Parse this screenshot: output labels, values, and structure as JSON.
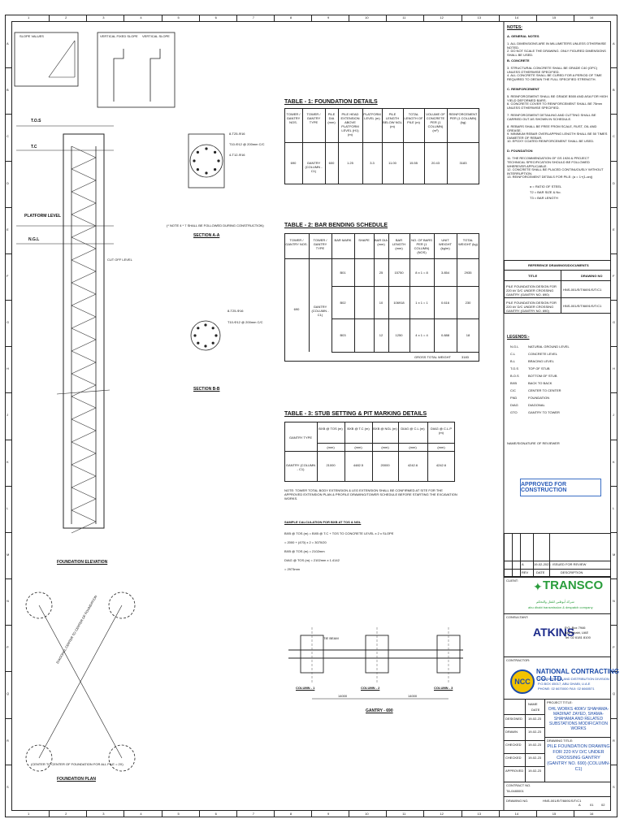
{
  "grid": {
    "columns": [
      "1",
      "2",
      "3",
      "4",
      "5",
      "6",
      "7",
      "8",
      "9",
      "10",
      "11",
      "12",
      "13",
      "14",
      "15",
      "16"
    ],
    "rows": [
      "A",
      "B",
      "C",
      "D",
      "E",
      "F",
      "G",
      "H",
      "J",
      "K",
      "L",
      "M",
      "N",
      "P",
      "Q",
      "R",
      "S"
    ]
  },
  "details": {
    "slope_values": "SLOPE VALUES",
    "vertical_fixed_slope": "VERTICAL FIXED SLOPE",
    "vertical_slope": "VERTICAL SLOPE"
  },
  "elevation": {
    "tos": "T.O.S",
    "tc": "T.C",
    "platform_level": "PLATFORM LEVEL",
    "ngl": "N.G.L",
    "cut_off_level": "CUT OFF LEVEL",
    "title": "FOUNDATION ELEVATION",
    "section_b": "SECTION B-B"
  },
  "section_a": {
    "title": "SECTION A-A",
    "note": "(* NOTE 4 * 7 SHALL BE FOLLOWED DURING CONSTRUCTION)",
    "bars": [
      "8-T25-Φ16",
      "T10-Φ12 @ 200mm C/C",
      "4-T12-Φ16"
    ]
  },
  "section_b_bars": [
    "8-T25-Φ16",
    "T10-Φ12 @ 200mm C/C"
  ],
  "table1": {
    "title": "TABLE - 1: FOUNDATION DETAILS",
    "headers": [
      "TOWER / GANTRY NOS.",
      "TOWER / GANTRY TYPE",
      "PILE DIA (mm)",
      "PILE HEAD EXTENSION ABOVE PLATFORM LEVEL (H1) (m)",
      "PLATFORM LEVEL (m)",
      "PILE LENGTH BELOW NGL (m)",
      "TOTAL LENGTH OF PILE (m)",
      "VOLUME OF CONCRETE PER (1 COLUMN) (m³)",
      "REINFORCEMENT PER (1 COLUMN) (kg)"
    ],
    "row": [
      "690",
      "GANTRY (COLUMN - C1)",
      "600",
      "1.25",
      "3.3",
      "11.00",
      "15.55",
      "20.43",
      "3183"
    ]
  },
  "table2": {
    "title": "TABLE - 2: BAR BENDING SCHEDULE",
    "headers": [
      "TOWER / GANTRY NOS.",
      "TOWER / GANTRY TYPE",
      "BAR MARK",
      "SHAPE",
      "BAR DIA (mm)",
      "BAR LENGTH (mm)",
      "NO. OF BARS PER (1 COLUMN) (NOS)",
      "UNIT WEIGHT (kg/m)",
      "TOTAL WEIGHT (kg)"
    ],
    "tower": "690",
    "type": "GANTRY (COLUMN - C1)",
    "rows": [
      [
        "B01",
        "25",
        "15750",
        "8 x 1 = 8",
        "3.854",
        "2935"
      ],
      [
        "B02",
        "10",
        "106918",
        "1 x 1 = 1",
        "0.616",
        "230"
      ],
      [
        "B03",
        "12",
        "1250",
        "4 x 1 = 4",
        "0.888",
        "18"
      ]
    ],
    "total_label": "GROSS TOTAL WEIGHT",
    "total": "3183"
  },
  "table3": {
    "title": "TABLE - 3: STUB SETTING & PIT MARKING DETAILS",
    "headers": [
      "GANTRY TYPE",
      "BXB @ TOS (m)",
      "BXB @ T.C (m)",
      "BXB @ NGL (m)",
      "DIAG @ C.L (m)",
      "DIAG @ C.L.P (m)"
    ],
    "units": [
      "(mm)",
      "(mm)",
      "(mm)",
      "(mm)",
      "(mm)"
    ],
    "row": [
      "GANTRY (COLUMN - C1)",
      "21000",
      "4482.5",
      "20000",
      "4242.6",
      "4242.6"
    ],
    "note": "NOTE: TOWER TOTAL BODY EXTENSION & LEG EXTENSION SHALL BE CONFIRMED AT SITE FOR THE APPROVED EXTENSION PLAN & PROFILE DRAWING/TOWER SCHEDULE BEFORE STARTING THE EXCAVATION WORKS.",
    "calc_title": "SAMPLE CALCULATION FOR BXB AT TOS & NGL",
    "calc_lines": [
      "BXB @ TOS (m) = BXB @ T.C + TOS TO CONCRETE LEVEL x 2 x SLOPE",
      "= 2000 + (470) x 2 = 3070/20",
      "BXB @ TOS (m) = 2102mm",
      "DIAG @ TOS (m) = 2102mm x 1.4142",
      "= 2973mm"
    ]
  },
  "plan": {
    "title": "FOUNDATION PLAN",
    "note": "(CENTER TO CENTER OF FOUNDATION FOR ALL PILE = 2X)",
    "diag_label": "DIAGONAL CENTER TO CENTER OF FOUNDATION"
  },
  "gantry": {
    "title": "GANTRY - 690",
    "columns": [
      "COLUMN - 1",
      "COLUMN - 2",
      "COLUMN - 3"
    ],
    "dims": [
      "14000",
      "14000"
    ],
    "beam_label": "TIE BEAM"
  },
  "notes": {
    "title": "NOTES:",
    "general_title": "A. GENERAL NOTES",
    "general": [
      "1. ALL DIMENSIONS ARE IN MILLIMETERS UNLESS OTHERWISE NOTED.",
      "2. DO NOT SCALE THE DRAWING. ONLY FIGURED DIMENSIONS SHALL BE USED."
    ],
    "concrete_title": "B. CONCRETE",
    "concrete": [
      "3. STRUCTURAL CONCRETE SHALL BE GRADE C40 (OPC) UNLESS OTHERWISE SPECIFIED.",
      "4. ALL CONCRETE SHALL BE CURED FOR A PERIOD OF TIME REQUIRED TO OBTAIN THE FULL SPECIFIED STRENGTH."
    ],
    "reinforcement_title": "C. REINFORCEMENT",
    "reinforcement": [
      "5. REINFORCEMENT SHALL BE GRADE B500 AND ASA FOR HIGH YIELD DEFORMED BARS.",
      "6. CONCRETE COVER TO REINFORCEMENT SHALL BE 75mm UNLESS OTHERWISE SPECIFIED.",
      "7. REINFORCEMENT DETAILING AND CUTTING SHALL BE CARRIED OUT AS SHOWN IN SCHEDULE.",
      "8. REBARS SHALL BE FREE FROM SCALE, RUST, OIL AND GREASE.",
      "9. MINIMUM REBAR OVERLAPPING LENGTH SHALL BE 50 TIMES DIAMETER OF REBAR.",
      "10. EPOXY COATED REINFORCEMENT SHALL BE USED."
    ],
    "foundation_title": "D. FOUNDATION",
    "foundation": [
      "11. THE RECOMMENDATION OF GS 1926 & PROJECT TECHNICAL SPECIFICATION SHOULD BE FOLLOWED WHEREVER APPLICABLE.",
      "12. CONCRETE SHALL BE PLACED CONTINUOUSLY WITHOUT INTERRUPTION.",
      "13. REINFORCEMENT DETAILS FOR PILE: (α = 1+(1-αn))"
    ],
    "formula": [
      "α = RATIO OF STEEL",
      "T2 = BAR SIZE & No.",
      "T3 = BAR LENGTH"
    ]
  },
  "reference": {
    "title": "REFERENCE DRAWINGS/DOCUMENTS",
    "col_title": "TITLE",
    "col_no": "DRAWING NO",
    "rows": [
      [
        "PILE FOUNDATION DESIGN FOR 220 kV D/C UNDER CROSSING GANTRY (GANTRY NO. 690)",
        "HNS-001/E/T/6691/S/T/C1"
      ],
      [
        "PILE FOUNDATION DESIGN FOR 220 kV D/C UNDER CROSSING GANTRY (GANTRY NO. 690)",
        "HNS-001/E/T/6691/S/T/C1"
      ]
    ]
  },
  "legend": {
    "title": "LEGENDS:-",
    "items": [
      [
        "N.G.L",
        "NATURAL GROUND LEVEL"
      ],
      [
        "C.L",
        "CONCRETE LEVEL"
      ],
      [
        "B.L",
        "BRACING LEVEL"
      ],
      [
        "T.O.S",
        "TOP OF STUB"
      ],
      [
        "B.O.S",
        "BOTTOM OF STUB"
      ],
      [
        "BXB",
        "BACK TO BACK"
      ],
      [
        "C/C",
        "CENTER TO CENTER"
      ],
      [
        "FND",
        "FOUNDATION"
      ],
      [
        "DIAG",
        "DIAGONAL"
      ],
      [
        "GTO",
        "GANTRY TO TOWER"
      ]
    ]
  },
  "approval": {
    "sign_label": "NAME/SIGNATURE OF REVIEWER",
    "stamp": "APPROVED FOR CONSTRUCTION"
  },
  "revisions": {
    "headers": [
      "REV",
      "DATE",
      "DESCRIPTION"
    ],
    "rows": [
      [
        "A",
        "19-02-2023",
        "ISSUED FOR REVIEW"
      ]
    ]
  },
  "client": {
    "label": "CLIENT:",
    "name": "TRANSCO",
    "arabic_line": "شركة أبوظبي للنقل والتحكم",
    "sub": "abu dhabi transmission & despatch company"
  },
  "consultant": {
    "label": "CONSULTANT:",
    "name": "ATKINS",
    "address": [
      "P.O. Box 7946",
      "Abu Dhabi, UAE",
      "Tel: 02 6181 8100"
    ]
  },
  "contractor": {
    "label": "CONTRACTOR:",
    "logo": "NCC",
    "name": "NATIONAL CONTRACTING CO. LTD.",
    "sub": [
      "TRANSMISSION AND DISTRIBUTION DIVISION",
      "P.O.BOX 45017, ABU DHABI, U.A.E",
      "PHONE: 02 6670000 FAX: 02 6660571"
    ]
  },
  "project": {
    "label": "PROJECT TITLE:",
    "title": "OHL WORKS 400KV SHAHAMA-MADINAT ZAYED, SHAMA-SHAHAMA AND RELATED SUBSTATIONS MODIFICATION WORKS"
  },
  "drawing": {
    "label": "DRAWING TITLE:",
    "title": "PILE FOUNDATION DRAWING FOR 220 KV D/C UNDER CROSSING GANTRY (GANTRY NO. 690) (COLUMN-C1)",
    "contract_label": "CONTRACT NO.",
    "contract": "TA-0480001",
    "drawing_no_label": "DRAWING NO.",
    "drawing_no": "HNS-001/E/T/6691/S/T/C1",
    "rev": "A",
    "sheet": "01",
    "sheets": "02"
  },
  "signoff": {
    "names_header": "NAME",
    "date_header": "DATE",
    "rows": [
      [
        "DESIGNED",
        "19-02-23"
      ],
      [
        "DRAWN",
        "19-02-23"
      ],
      [
        "CHECKED",
        "19-02-23"
      ],
      [
        "CHECKED",
        "19-02-23"
      ],
      [
        "APPROVED",
        "19-02-23"
      ]
    ]
  }
}
